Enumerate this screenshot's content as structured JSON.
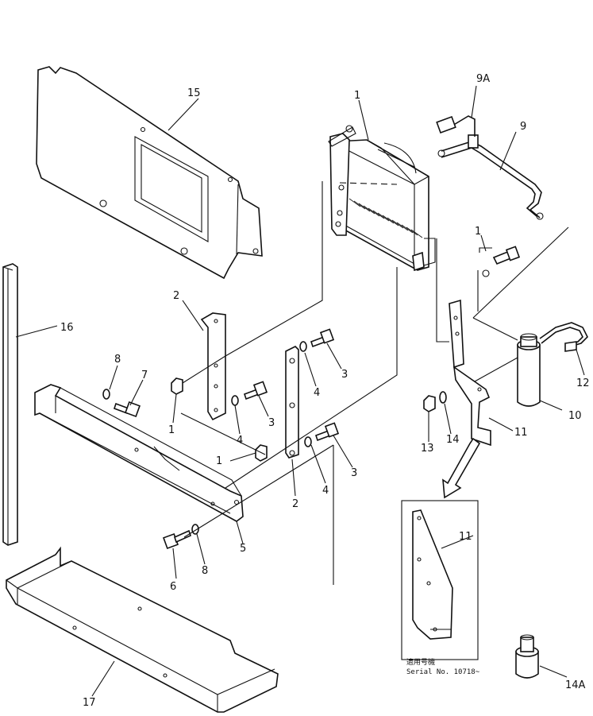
{
  "labels": {
    "p15": "15",
    "p1_core": "1",
    "p9A": "9A",
    "p9": "9",
    "p1_bolt": "1",
    "p2_left": "2",
    "p16": "16",
    "p8_upper": "8",
    "p7": "7",
    "p1_nut_a": "1",
    "p4_a": "4",
    "p3_a": "3",
    "p4_b": "4",
    "p3_b": "3",
    "p1_nut_b": "1",
    "p3_c": "3",
    "p4_c": "4",
    "p2_right": "2",
    "p12": "12",
    "p10": "10",
    "p13": "13",
    "p14": "14",
    "p11": "11",
    "p11_inset": "11",
    "p5": "5",
    "p6": "6",
    "p8_lower": "8",
    "p17": "17",
    "p14A": "14A"
  },
  "inset_note": {
    "line1": "適用号機",
    "line2": "Serial  No.  10718~"
  }
}
